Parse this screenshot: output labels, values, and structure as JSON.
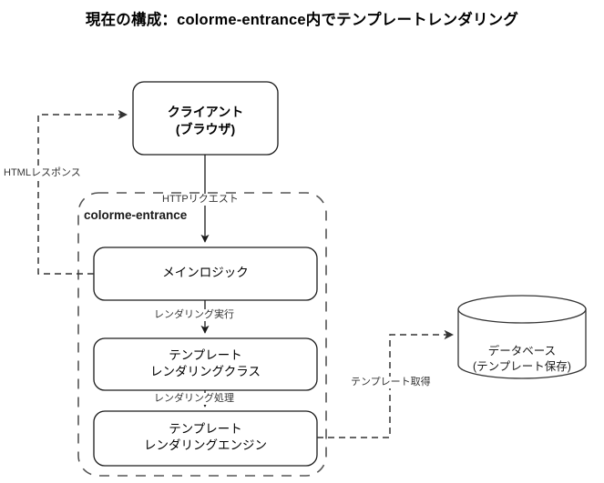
{
  "title": "現在の構成：colorme-entrance内でテンプレートレンダリング",
  "nodes": {
    "client": {
      "label": "クライアント\n(ブラウザ)",
      "shape": "rounded-rect"
    },
    "main_logic": {
      "label": "メインロジック",
      "shape": "rounded-rect"
    },
    "render_class": {
      "label": "テンプレート\nレンダリングクラス",
      "shape": "rounded-rect"
    },
    "render_engine": {
      "label": "テンプレート\nレンダリングエンジン",
      "shape": "rounded-rect"
    },
    "database": {
      "label": "データベース\n(テンプレート保存)",
      "shape": "cylinder"
    }
  },
  "group": {
    "label": "colorme-entrance",
    "shape": "dashed-rounded-rect"
  },
  "edges": [
    {
      "id": "http-request",
      "label": "HTTPリクエスト",
      "from": "client",
      "to": "main_logic",
      "style": "solid",
      "arrow": true
    },
    {
      "id": "html-response",
      "label": "HTMLレスポンス",
      "from": "main_logic",
      "to": "client",
      "style": "dashed",
      "arrow": true
    },
    {
      "id": "render-exec",
      "label": "レンダリング実行",
      "from": "main_logic",
      "to": "render_class",
      "style": "solid",
      "arrow": true
    },
    {
      "id": "render-process",
      "label": "レンダリング処理",
      "from": "render_class",
      "to": "render_engine",
      "style": "solid",
      "arrow": true
    },
    {
      "id": "template-fetch",
      "label": "テンプレート取得",
      "from": "render_engine",
      "to": "database",
      "style": "dashed",
      "arrow": true
    }
  ],
  "colors": {
    "stroke": "#333333",
    "node_stroke": "#1a1a1a",
    "background": "#ffffff",
    "text": "#000000",
    "edge_text": "#333333"
  }
}
